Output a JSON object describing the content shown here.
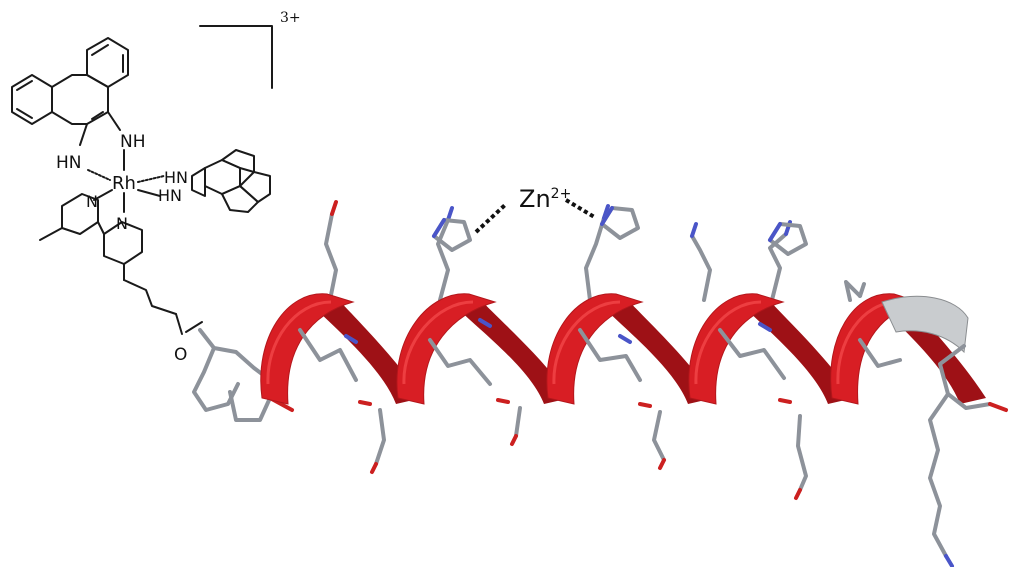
{
  "charge": "3+",
  "metal_center": "Rh",
  "amine_labels": [
    "NH",
    "HN",
    "HN",
    "HN"
  ],
  "pyridine_labels": [
    "N",
    "N"
  ],
  "carbonyl_oxygen": "O",
  "zinc_label": "Zn",
  "zinc_charge": "2+",
  "colors": {
    "helix_ribbon": "#d81e24",
    "helix_ribbon_shadow": "#9e1116",
    "helix_end_cap": "#c9cccf",
    "carbon_stick": "#8d929a",
    "nitrogen_stick": "#4a55c8",
    "oxygen_stick": "#cc2020",
    "bond_line": "#1a1a1a"
  }
}
